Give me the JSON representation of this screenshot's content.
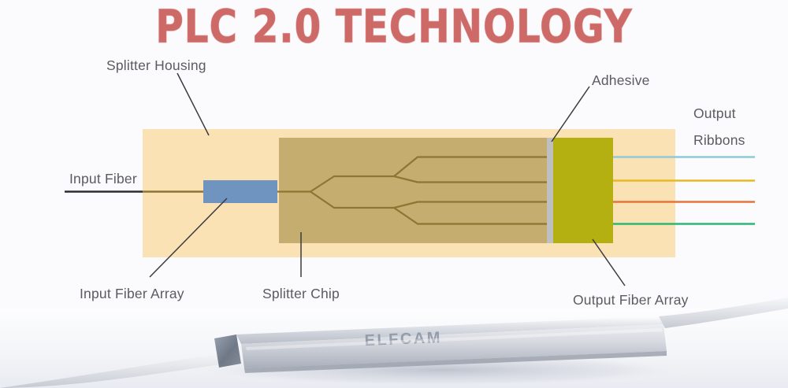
{
  "header": {
    "title": "PLC 2.0 TECHNOLOGY",
    "title_color": "#cd6a67"
  },
  "diagram": {
    "name": "plc-splitter-cutaway-diagram",
    "background_color": "#fbfbfd",
    "housing": {
      "label": "Splitter Housing",
      "color": "#fae2b4"
    },
    "input_fiber": {
      "label": "Input Fiber",
      "color": "#2b2b30"
    },
    "input_fiber_array": {
      "label": "Input Fiber Array",
      "color": "#6f94c0"
    },
    "splitter_chip": {
      "label": "Splitter Chip",
      "color": "#c4ad6e",
      "waveguide_color": "#8d7633",
      "stages": 2,
      "input_count": 1,
      "output_count": 4
    },
    "adhesive": {
      "label": "Adhesive",
      "color": "#bfbfbf"
    },
    "output_fiber_array": {
      "label": "Output Fiber Array",
      "color": "#b5b011"
    },
    "output_ribbons": {
      "label_line_1": "Output",
      "label_line_2": "Ribbons",
      "ribbons": [
        {
          "name": "ribbon-1",
          "color": "#8fc9d8"
        },
        {
          "name": "ribbon-2",
          "color": "#e8b923"
        },
        {
          "name": "ribbon-3",
          "color": "#e8733a"
        },
        {
          "name": "ribbon-4",
          "color": "#2cb872"
        }
      ]
    }
  },
  "product_photo": {
    "name": "plc-splitter-module-photo",
    "brand_text": "ELFCAM",
    "body_color": "#c9ccd4",
    "cable_color": "#e4e6ea"
  }
}
